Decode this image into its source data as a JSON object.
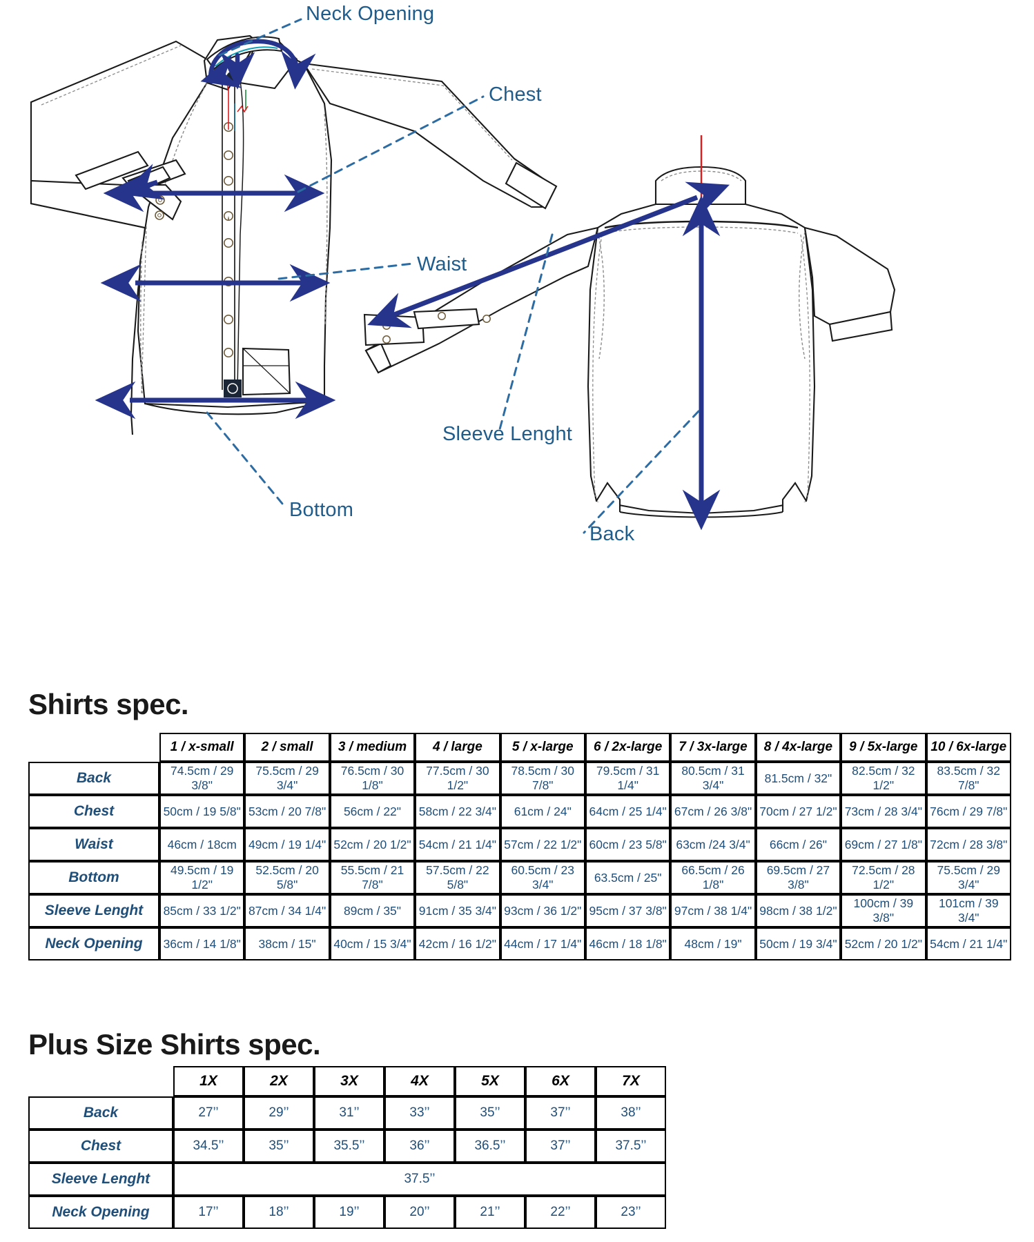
{
  "diagram": {
    "labels": {
      "neck_opening": "Neck Opening",
      "chest": "Chest",
      "waist": "Waist",
      "bottom": "Bottom",
      "sleeve_length": "Sleeve Lenght",
      "back": "Back"
    },
    "colors": {
      "label_text": "#1f5c8b",
      "measure_arrow": "#26348b",
      "leader_line": "#2d6ca2",
      "garment_outline": "#1a1a1a",
      "stitch_line": "#8a8a8a",
      "center_line_red": "#e01b1b"
    }
  },
  "sections": {
    "shirts_spec_title": "Shirts spec.",
    "plus_size_title": "Plus Size Shirts spec."
  },
  "shirts_spec": {
    "columns": [
      "1 / x-small",
      "2 / small",
      "3 / medium",
      "4 / large",
      "5 / x-large",
      "6 / 2x-large",
      "7 / 3x-large",
      "8 / 4x-large",
      "9 / 5x-large",
      "10 / 6x-large"
    ],
    "rows": [
      {
        "label": "Back",
        "values": [
          "74.5cm / 29 3/8\"",
          "75.5cm / 29 3/4\"",
          "76.5cm / 30 1/8\"",
          "77.5cm / 30 1/2\"",
          "78.5cm / 30 7/8\"",
          "79.5cm / 31 1/4\"",
          "80.5cm / 31 3/4\"",
          "81.5cm / 32\"",
          "82.5cm / 32 1/2\"",
          "83.5cm / 32 7/8\""
        ]
      },
      {
        "label": "Chest",
        "values": [
          "50cm / 19 5/8\"",
          "53cm /  20 7/8\"",
          "56cm /  22\"",
          "58cm / 22 3/4\"",
          "61cm / 24\"",
          "64cm / 25 1/4\"",
          "67cm / 26 3/8\"",
          "70cm / 27 1/2\"",
          "73cm / 28 3/4\"",
          "76cm / 29 7/8\""
        ]
      },
      {
        "label": "Waist",
        "values": [
          "46cm / 18cm",
          "49cm / 19 1/4\"",
          "52cm / 20 1/2\"",
          "54cm / 21 1/4\"",
          "57cm / 22 1/2\"",
          "60cm / 23 5/8\"",
          "63cm /24 3/4\"",
          "66cm / 26\"",
          "69cm / 27 1/8\"",
          "72cm / 28 3/8\""
        ]
      },
      {
        "label": "Bottom",
        "values": [
          "49.5cm / 19 1/2\"",
          "52.5cm / 20 5/8\"",
          "55.5cm / 21 7/8\"",
          "57.5cm / 22 5/8\"",
          "60.5cm / 23 3/4\"",
          "63.5cm / 25\"",
          "66.5cm / 26 1/8\"",
          "69.5cm / 27 3/8\"",
          "72.5cm / 28 1/2\"",
          "75.5cm / 29 3/4\""
        ]
      },
      {
        "label": "Sleeve Lenght",
        "values": [
          "85cm / 33 1/2\"",
          "87cm / 34 1/4\"",
          "89cm / 35\"",
          "91cm / 35 3/4\"",
          "93cm / 36 1/2\"",
          "95cm / 37 3/8\"",
          "97cm / 38 1/4\"",
          "98cm / 38 1/2\"",
          "100cm / 39 3/8\"",
          "101cm / 39 3/4\""
        ]
      },
      {
        "label": "Neck Opening",
        "values": [
          "36cm / 14 1/8\"",
          "38cm / 15\"",
          "40cm / 15 3/4\"",
          "42cm / 16 1/2\"",
          "44cm / 17 1/4\"",
          "46cm / 18 1/8\"",
          "48cm / 19\"",
          "50cm / 19 3/4\"",
          "52cm / 20 1/2\"",
          "54cm / 21 1/4\""
        ]
      }
    ]
  },
  "plus_size_spec": {
    "columns": [
      "1X",
      "2X",
      "3X",
      "4X",
      "5X",
      "6X",
      "7X"
    ],
    "rows": [
      {
        "label": "Back",
        "values": [
          "27’’",
          "29’’",
          "31’’",
          "33’’",
          "35’’",
          "37’’",
          "38’’"
        ]
      },
      {
        "label": "Chest",
        "values": [
          "34.5’’",
          "35’’",
          "35.5’’",
          "36’’",
          "36.5’’",
          "37’’",
          "37.5’’"
        ]
      },
      {
        "label": "Sleeve Lenght",
        "merged": true,
        "merged_value": "37.5’’",
        "values": [
          "37.5’’"
        ]
      },
      {
        "label": "Neck Opening",
        "values": [
          "17’’",
          "18’’",
          "19’’",
          "20’’",
          "21’’",
          "22’’",
          "23’’"
        ]
      }
    ]
  }
}
